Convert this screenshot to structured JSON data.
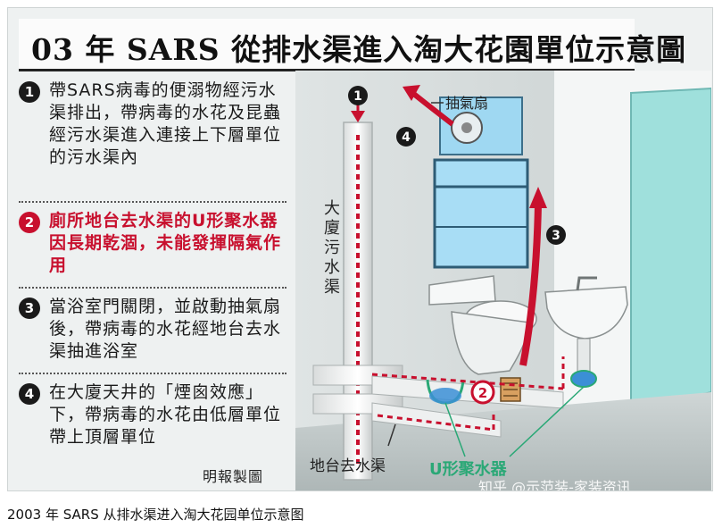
{
  "title": "03 年 SARS 從排水渠進入淘大花園單位示意圖",
  "steps": [
    {
      "num": "1",
      "text": "帶SARS病毒的便溺物經污水渠排出，帶病毒的水花及昆蟲經污水渠進入連接上下層單位的污水渠內"
    },
    {
      "num": "2",
      "text": "廁所地台去水渠的U形聚水器因長期乾涸，未能發揮隔氣作用"
    },
    {
      "num": "3",
      "text": "當浴室門關閉，並啟動抽氣扇後，帶病毒的水花經地台去水渠抽進浴室"
    },
    {
      "num": "4",
      "text": "在大廈天井的「煙囪效應」下，帶病毒的水花由低層單位帶上頂層單位"
    }
  ],
  "credit": "明報製圖",
  "labels": {
    "fan": "抽氣扇",
    "sewer": "大廈污水渠",
    "floor_drain": "地台去水渠",
    "u_trap": "U形聚水器",
    "marker_1": "1",
    "marker_2": "2",
    "marker_3": "3",
    "marker_4": "4"
  },
  "watermark": "知乎 @示范装-家装资讯",
  "caption": "2003 年 SARS 从排水渠进入淘大花园单位示意图",
  "colors": {
    "accent_red": "#c8102e",
    "trap_green": "#2aa876",
    "water_blue": "#3b8fd6"
  }
}
